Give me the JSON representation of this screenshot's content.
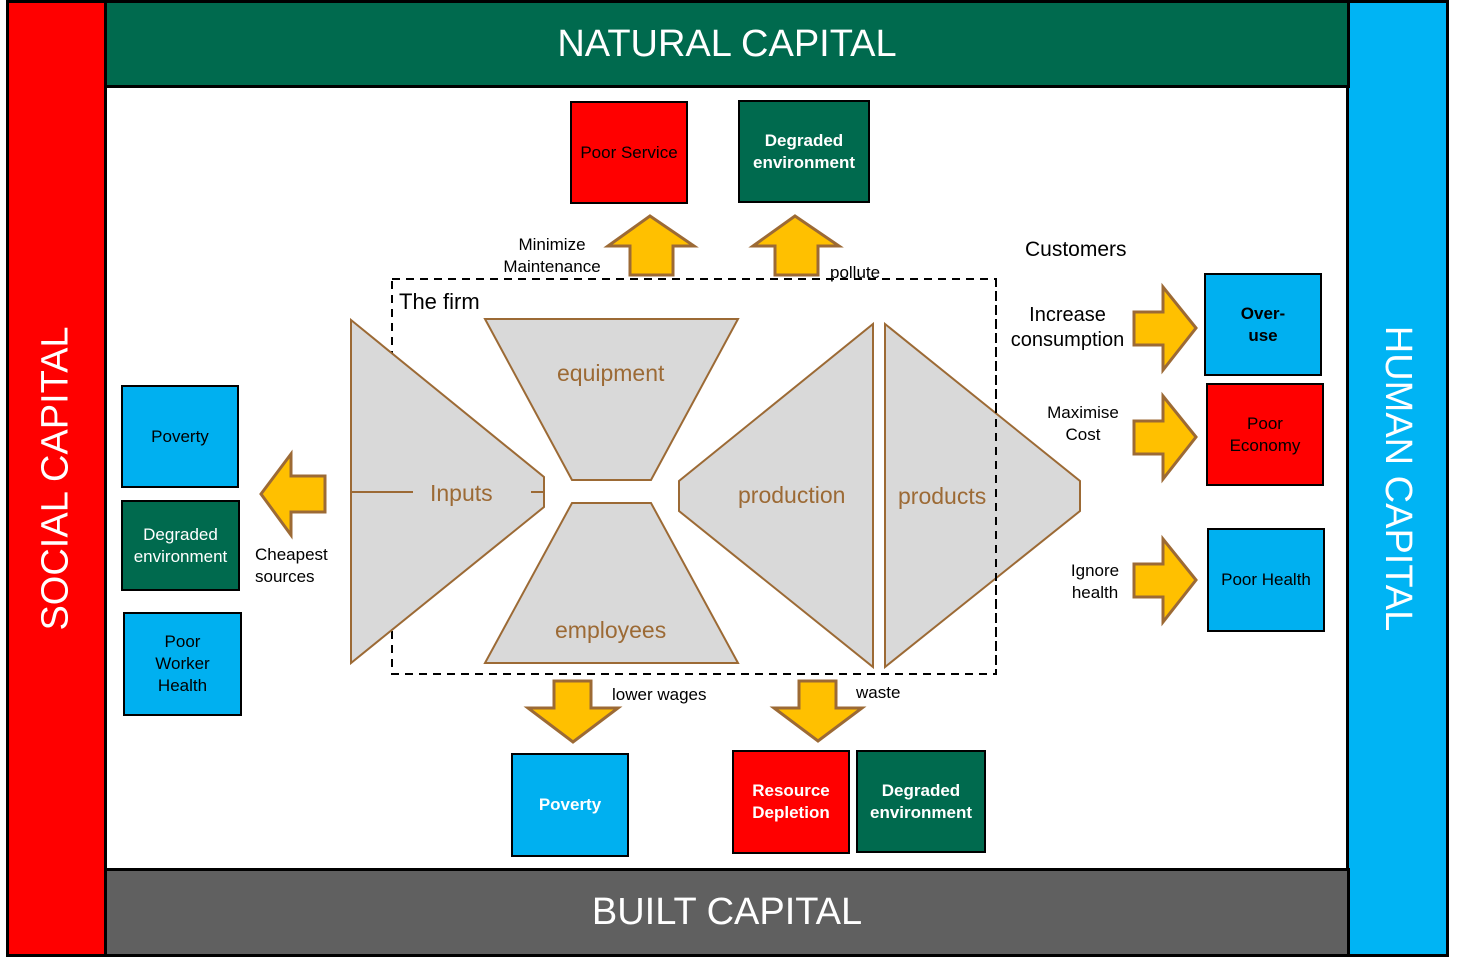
{
  "capitals": {
    "natural": "NATURAL CAPITAL",
    "built": "BUILT CAPITAL",
    "social": "SOCIAL CAPITAL",
    "human": "HUMAN CAPITAL"
  },
  "firm": {
    "title": "The firm",
    "inputs": "Inputs",
    "equipment": "equipment",
    "employees": "employees",
    "production": "production",
    "products": "products"
  },
  "top": {
    "poor_service": "Poor Service",
    "degraded_environment": "Degraded environment",
    "minimize_line1": "Minimize",
    "minimize_line2": "Maintenance",
    "pollute": "pollute"
  },
  "right": {
    "customers": "Customers",
    "increase_line1": "Increase",
    "increase_line2": "consumption",
    "overuse": "Over-use",
    "maximise_line1": "Maximise",
    "maximise_line2": "Cost",
    "poor_economy": "Poor Economy",
    "ignore_line1": "Ignore",
    "ignore_line2": "health",
    "poor_health": "Poor Health"
  },
  "left": {
    "poverty": "Poverty",
    "degraded_environment": "Degraded environment",
    "poor_worker_health": "Poor Worker Health",
    "cheapest_line1": "Cheapest",
    "cheapest_line2": "sources"
  },
  "bottom": {
    "lower_wages": "lower wages",
    "waste": "waste",
    "poverty": "Poverty",
    "resource_depletion": "Resource Depletion",
    "degraded_environment": "Degraded environment"
  },
  "colors": {
    "natural": "#006A4E",
    "built": "#606060",
    "social": "#FF0000",
    "human": "#00B4F4",
    "arrow_fill": "#FFC000",
    "arrow_stroke": "#9C6A35",
    "shape_fill": "#D9D9D9"
  }
}
